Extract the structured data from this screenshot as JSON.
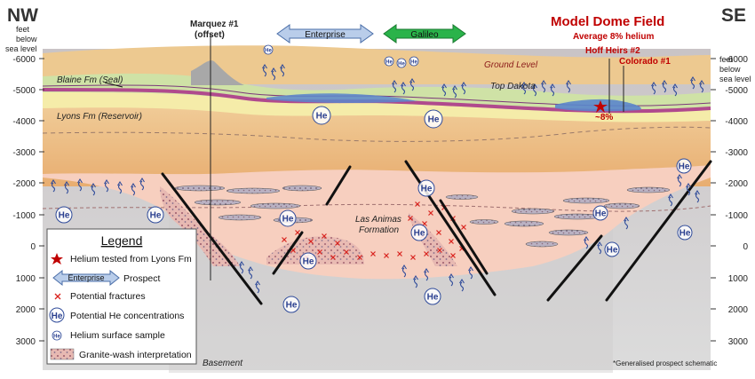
{
  "corners": {
    "left": "NW",
    "right": "SE"
  },
  "axis": {
    "left_note": [
      "feet",
      "below",
      "sea level"
    ],
    "right_note": [
      "feet",
      "below",
      "sea level"
    ],
    "ticks": [
      "-6000",
      "-5000",
      "-4000",
      "-3000",
      "-2000",
      "-1000",
      "0",
      "1000",
      "2000",
      "3000"
    ]
  },
  "title": {
    "main": "Model Dome Field",
    "sub": "Average 8% helium"
  },
  "wells": {
    "marquez_line1": "Marquez #1",
    "marquez_line2": "(offset)",
    "hoff": "Hoff Heirs #2",
    "colorado": "Colorado #1",
    "pct": "~8%"
  },
  "prospects": {
    "enterprise": "Enterprise",
    "galileo": "Galileo"
  },
  "formations": {
    "ground_level": "Ground Level",
    "top_dakota": "Top Dakota",
    "blaine": "Blaine Fm (Seal)",
    "lyons": "Lyons Fm (Reservoir)",
    "las_animas_1": "Las Animas",
    "las_animas_2": "Formation",
    "basement": "Basement"
  },
  "he_symbol": "He",
  "legend": {
    "title": "Legend",
    "items": {
      "tested": "Helium tested from Lyons Fm",
      "prospect_arrow": "Enterprise",
      "prospect": "Prospect",
      "fractures": "Potential fractures",
      "concentrations": "Potential He concentrations",
      "surface": "Helium surface sample",
      "granite": "Granite-wash interpretation"
    }
  },
  "footnote": "*Generalised prospect schematic",
  "colors": {
    "basement": "#d2cfcf",
    "overburden": "#ebbd82",
    "pink": "#f7cfbf",
    "green_seal": "#cfe2a6",
    "yellow_lyons": "#f5eca9",
    "seal_line": "#b04a8d",
    "gas_blue": "#5a86cc",
    "helium_blue": "#2f4b9a",
    "fracture_red": "#d9241f",
    "title_red": "#c00000",
    "galileo_green": "#2ab34a",
    "enterprise_blue": "#b9cdea"
  }
}
